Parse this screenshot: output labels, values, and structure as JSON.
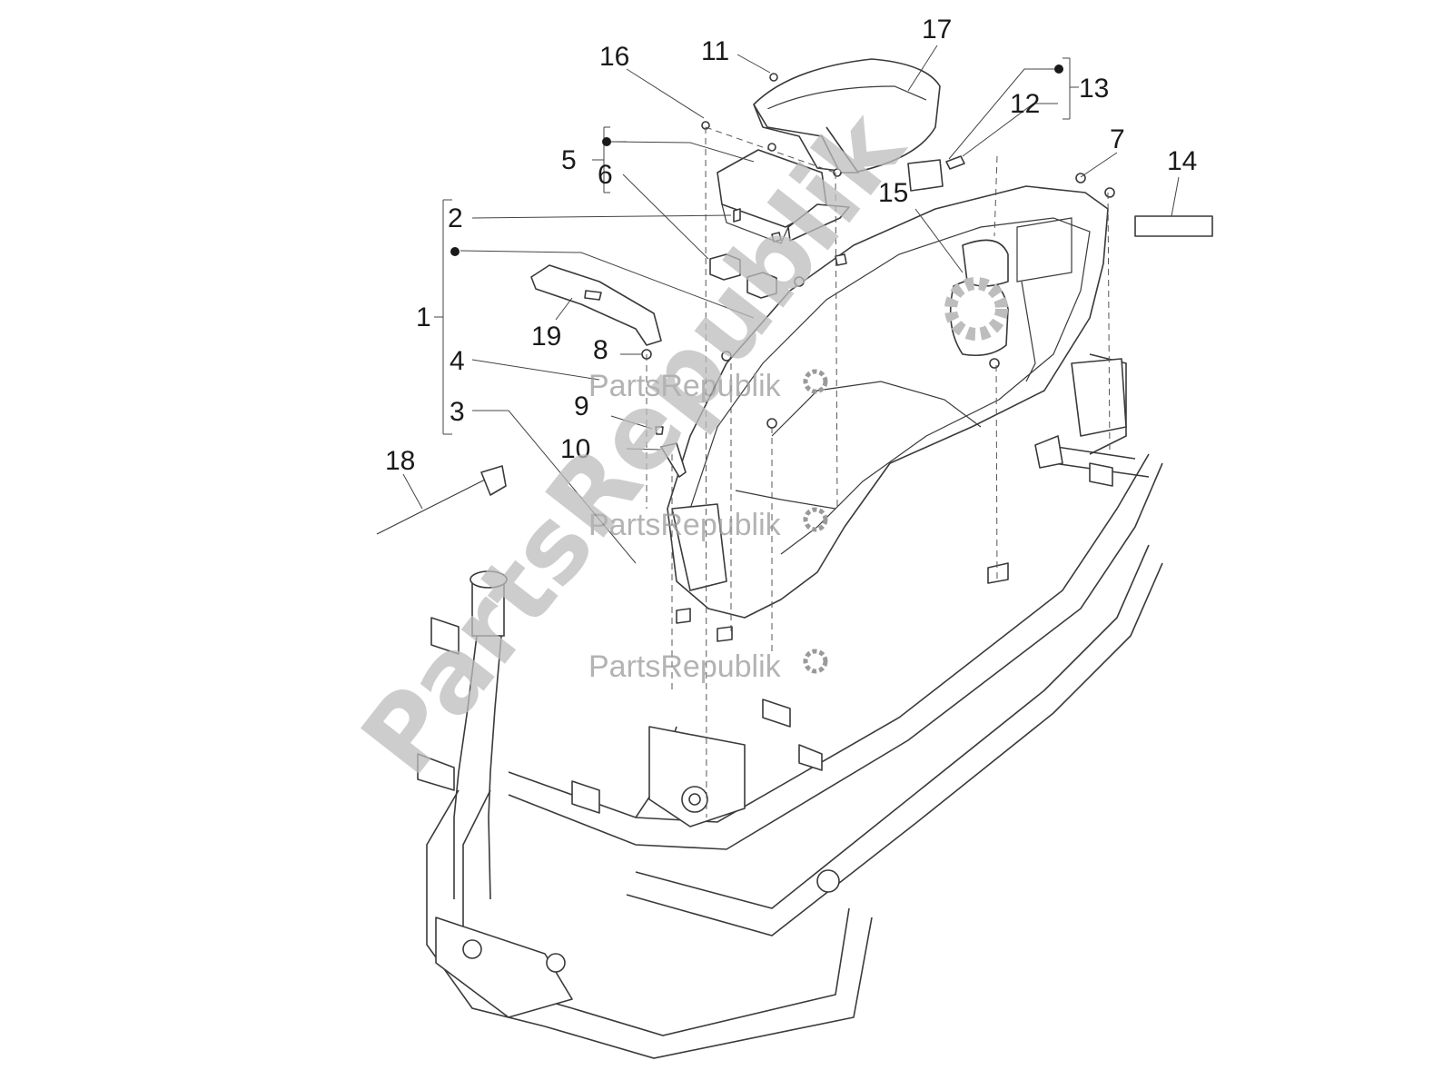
{
  "diagram": {
    "callouts": [
      "1",
      "2",
      "3",
      "4",
      "5",
      "6",
      "7",
      "8",
      "9",
      "10",
      "11",
      "12",
      "13",
      "14",
      "15",
      "16",
      "17",
      "18",
      "19"
    ],
    "watermark_large": "PartsRepublik",
    "watermark_small": "PartsRepublik",
    "colors": {
      "line": "#3a3a3a",
      "watermark": "#bdbdbd",
      "watermark_small": "#9a9a9a"
    },
    "icons": [
      "gear-icon"
    ]
  }
}
